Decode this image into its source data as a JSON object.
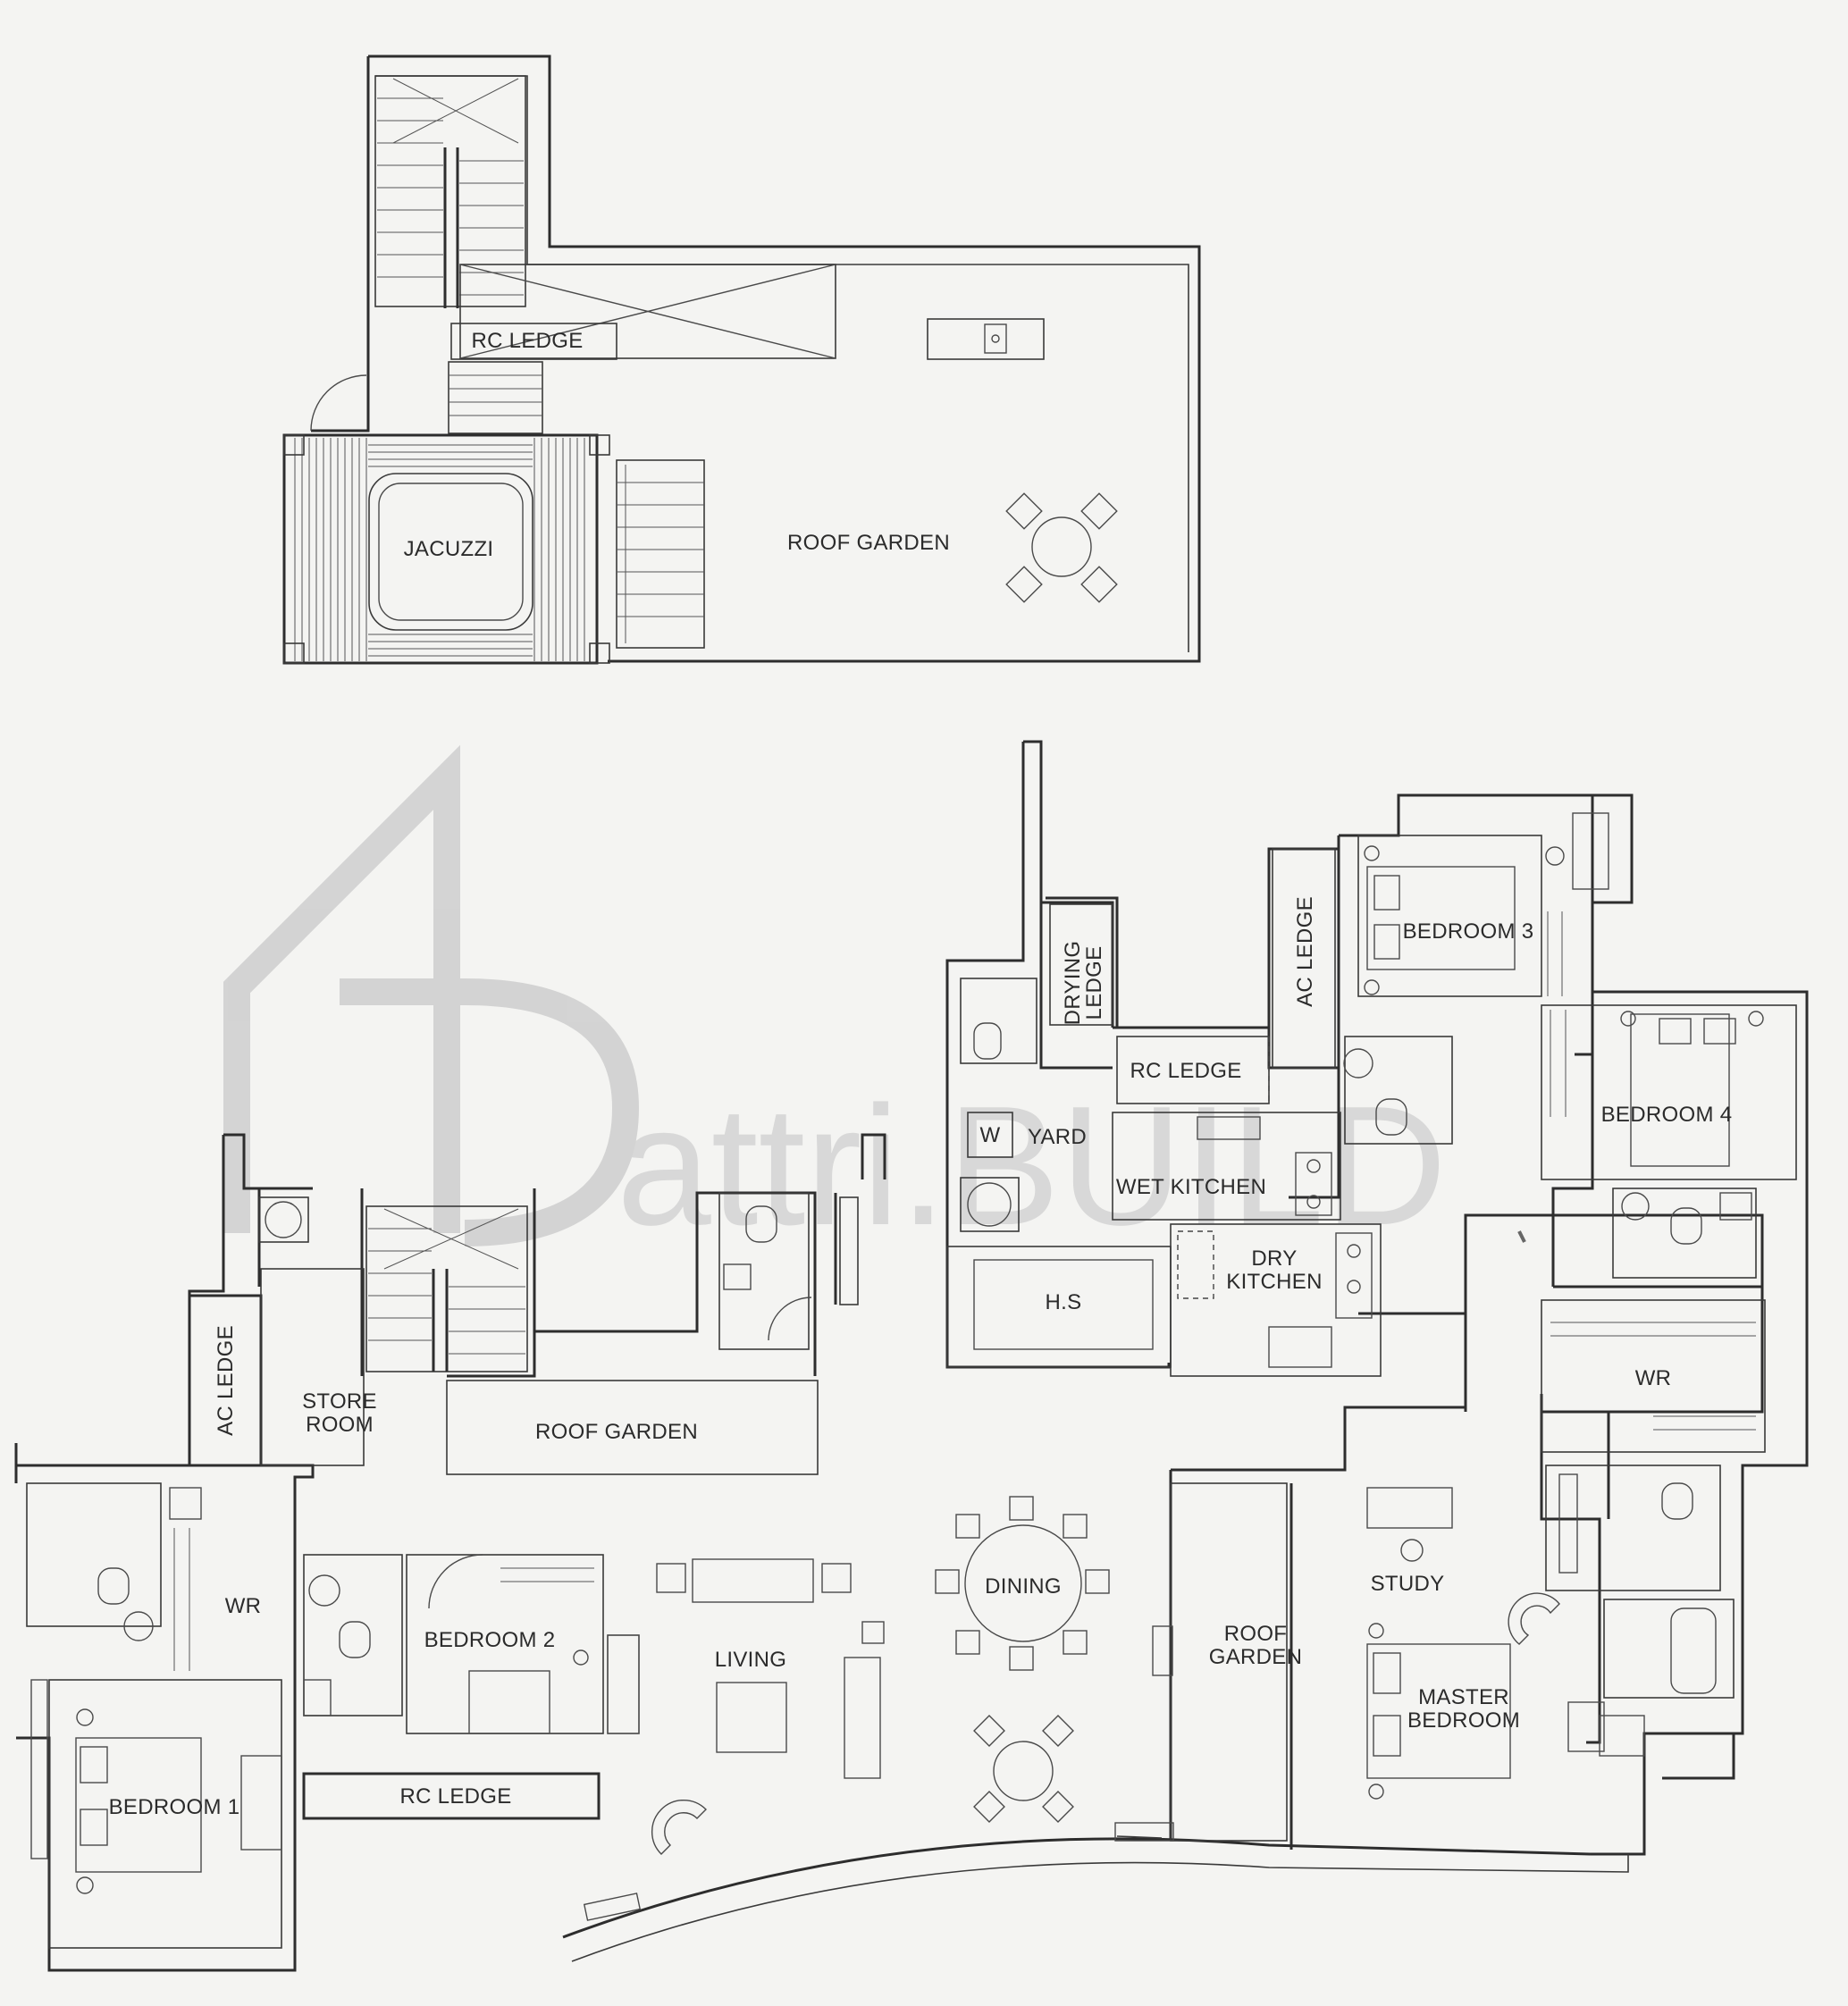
{
  "watermark": "attri.BUILD",
  "rooms": {
    "rc_ledge_top": "RC LEDGE",
    "jacuzzi": "JACUZZI",
    "roof_garden_top": "ROOF GARDEN",
    "drying_ledge_1": "DRYING",
    "drying_ledge_2": "LEDGE",
    "ac_ledge_right": "AC LEDGE",
    "bedroom_3": "BEDROOM 3",
    "rc_ledge_mid": "RC LEDGE",
    "bedroom_4": "BEDROOM 4",
    "w": "W",
    "yard": "YARD",
    "wet_kitchen": "WET KITCHEN",
    "dry_kitchen_1": "DRY",
    "dry_kitchen_2": "KITCHEN",
    "hs": "H.S",
    "wr_right": "WR",
    "ac_ledge_left": "AC LEDGE",
    "store_room_1": "STORE",
    "store_room_2": "ROOM",
    "roof_garden_mid": "ROOF GARDEN",
    "dining": "DINING",
    "study": "STUDY",
    "wr_left": "WR",
    "bedroom_2": "BEDROOM 2",
    "living": "LIVING",
    "roof_garden_low_1": "ROOF",
    "roof_garden_low_2": "GARDEN",
    "master_bedroom_1": "MASTER",
    "master_bedroom_2": "BEDROOM",
    "bedroom_1": "BEDROOM 1",
    "rc_ledge_bottom": "RC LEDGE"
  }
}
